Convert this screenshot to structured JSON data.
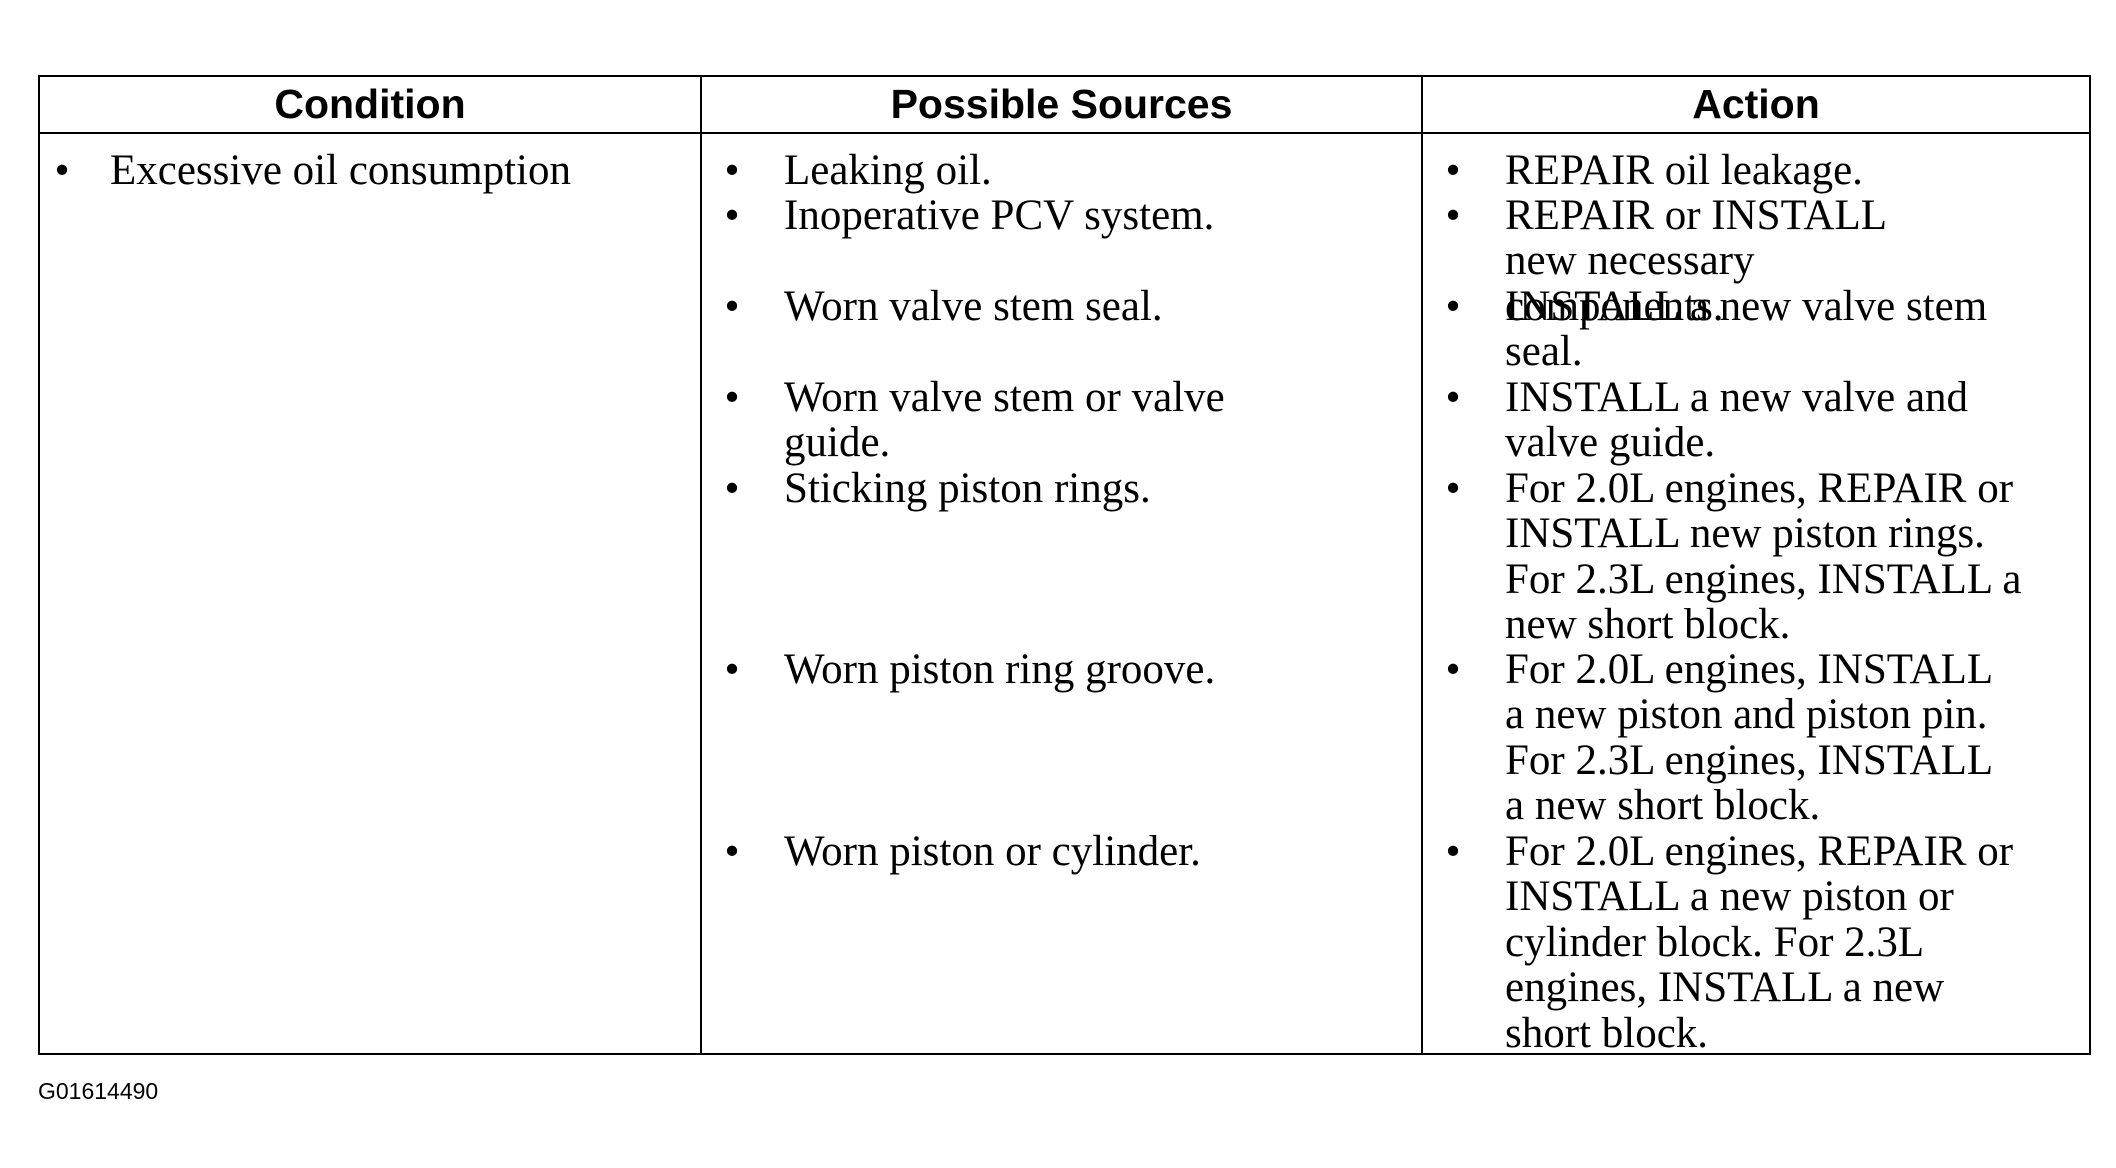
{
  "table": {
    "headers": [
      "Condition",
      "Possible Sources",
      "Action"
    ],
    "bullet": "•",
    "condition": "Excessive oil consumption",
    "sources": [
      "Leaking oil.",
      "Inoperative PCV system.",
      "Worn valve stem seal.",
      "Worn valve stem or valve guide.",
      "Sticking piston rings.",
      "Worn piston ring groove.",
      "Worn piston or cylinder."
    ],
    "actions": [
      "REPAIR oil leakage.",
      "REPAIR or INSTALL new necessary components.",
      "INSTALL a new valve stem seal.",
      "INSTALL a new valve and valve guide.",
      "For 2.0L engines, REPAIR or INSTALL new piston rings. For 2.3L engines, INSTALL a new short block.",
      "For 2.0L engines, INSTALL a new piston and piston pin. For 2.3L engines, INSTALL a new short block.",
      "For 2.0L engines, REPAIR or INSTALL a new piston or cylinder block. For 2.3L engines, INSTALL a new short block."
    ]
  },
  "figure_id": "G01614490"
}
